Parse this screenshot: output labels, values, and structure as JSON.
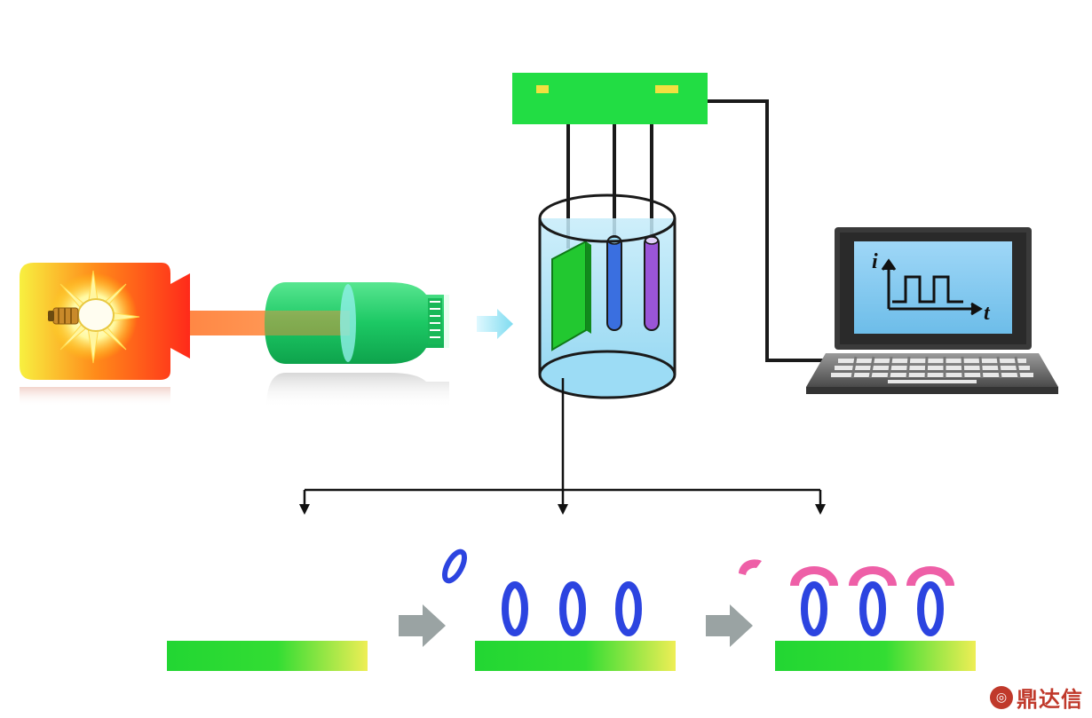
{
  "screen": {
    "axis_current_label": "i",
    "axis_time_label": "t"
  },
  "watermark": {
    "text": "鼎达信"
  },
  "colors": {
    "chip_green": "#22dd33",
    "chip_yellow": "#eeee44",
    "aptamer_blue": "#2c44e0",
    "target_pink": "#ee5fa7",
    "arrow_gray": "#9aa3a3",
    "light_red": "#ff2a1a",
    "light_yellow": "#f8f040"
  },
  "icons": [
    "light-bulb-icon",
    "projector-icon",
    "lens-tube-icon",
    "potentiostat-icon",
    "electrochemical-cell-icon",
    "laptop-icon",
    "current-pulse-icon"
  ]
}
